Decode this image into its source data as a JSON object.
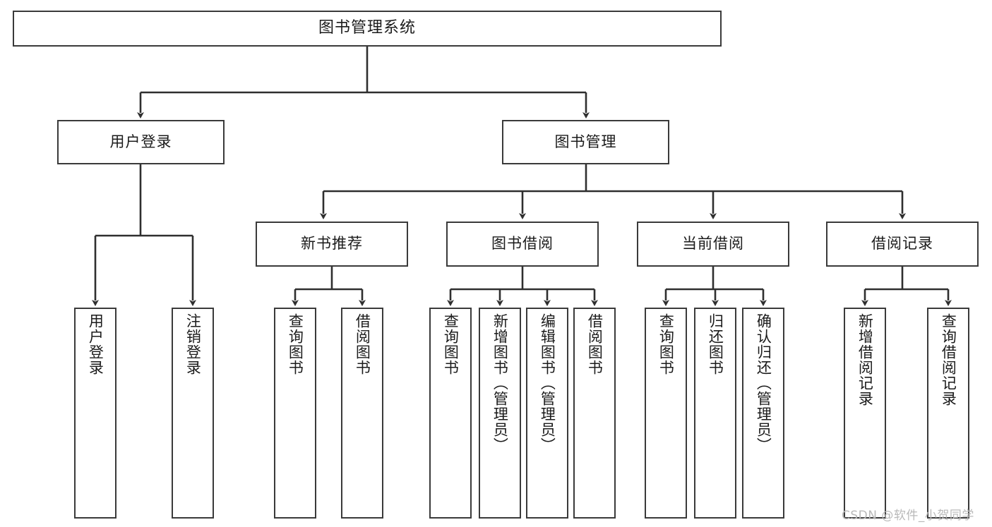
{
  "diagram": {
    "title": "图书管理系统",
    "type": "functional-structure-tree",
    "watermark": "CSDN @软件_小贺同学",
    "colors": {
      "border": "#3a3a3a",
      "background": "#ffffff",
      "text": "#1b1b1b",
      "watermark": "#b9b9b9"
    },
    "root": {
      "label": "图书管理系统"
    },
    "level2": [
      {
        "label": "用户登录"
      },
      {
        "label": "图书管理"
      }
    ],
    "level3": [
      {
        "label": "新书推荐"
      },
      {
        "label": "图书借阅"
      },
      {
        "label": "当前借阅"
      },
      {
        "label": "借阅记录"
      }
    ],
    "leaves": {
      "user_login": [
        {
          "label": "用户登录"
        },
        {
          "label": "注销登录"
        }
      ],
      "new_book": [
        {
          "label": "查询图书"
        },
        {
          "label": "借阅图书"
        }
      ],
      "book_borrow": [
        {
          "label": "查询图书"
        },
        {
          "label": "新增图书（管理员）"
        },
        {
          "label": "编辑图书（管理员）"
        },
        {
          "label": "借阅图书"
        }
      ],
      "current_borrow": [
        {
          "label": "查询图书"
        },
        {
          "label": "归还图书"
        },
        {
          "label": "确认归还（管理员）"
        }
      ],
      "borrow_record": [
        {
          "label": "新增借阅记录"
        },
        {
          "label": "查询借阅记录"
        }
      ]
    }
  }
}
